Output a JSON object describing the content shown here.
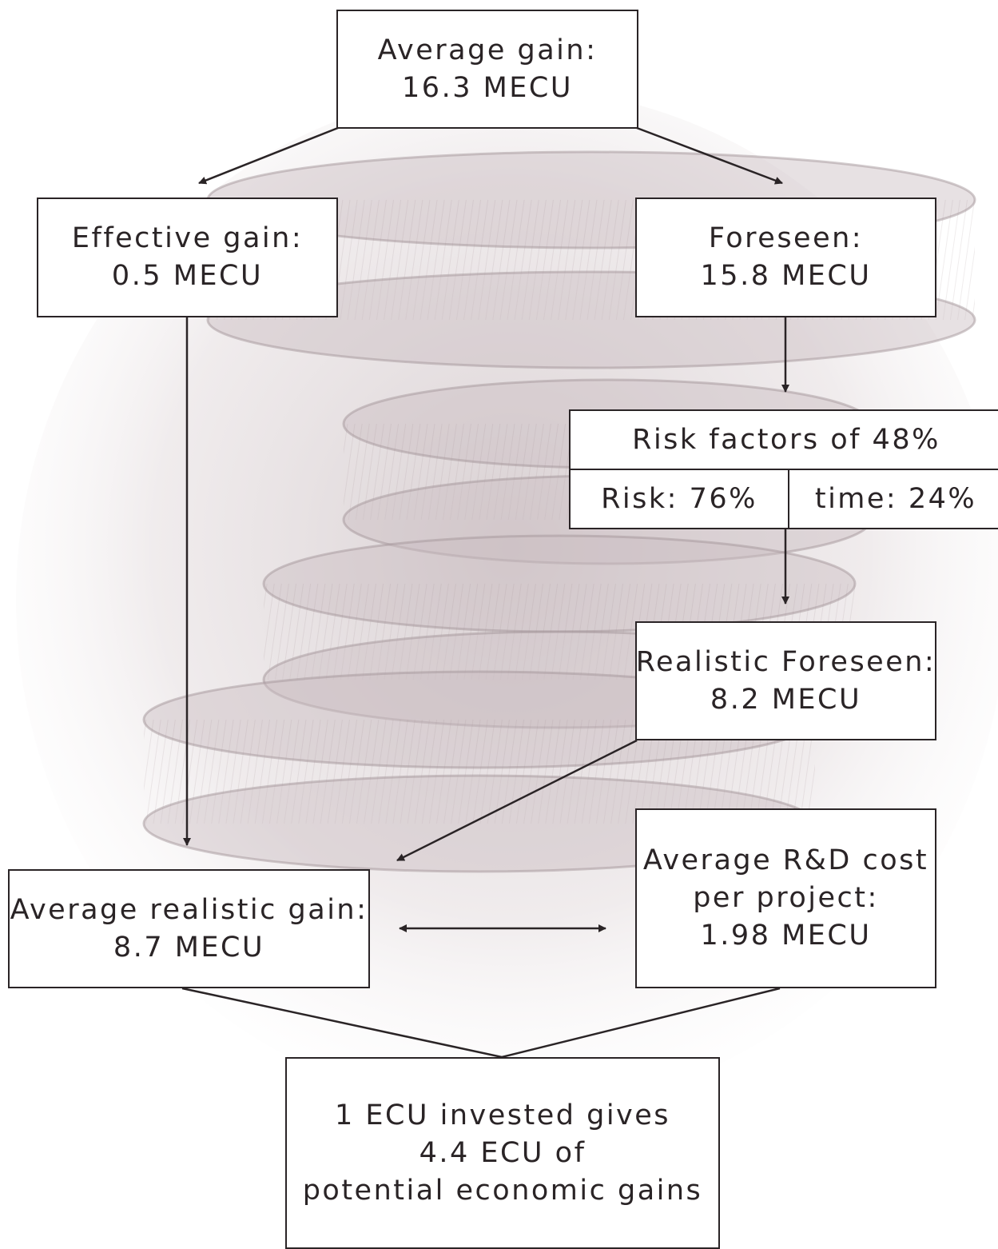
{
  "diagram": {
    "average_gain": {
      "label": "Average gain:",
      "value": "16.3 MECU"
    },
    "effective_gain": {
      "label": "Effective gain:",
      "value": "0.5 MECU"
    },
    "foreseen": {
      "label": "Foreseen:",
      "value": "15.8 MECU"
    },
    "risk_factors": {
      "title": "Risk factors of 48%",
      "risk": "Risk: 76%",
      "time": "time: 24%"
    },
    "realistic_foreseen": {
      "label": "Realistic Foreseen:",
      "value": "8.2 MECU"
    },
    "average_realistic_gain": {
      "label": "Average realistic gain:",
      "value": "8.7 MECU"
    },
    "rd_cost": {
      "line1": "Average R&D cost",
      "line2": "per project:",
      "value": "1.98 MECU"
    },
    "conclusion": {
      "line1": "1 ECU invested gives",
      "line2": "4.4 ECU of",
      "line3": "potential economic gains"
    }
  },
  "colors": {
    "ink": "#2a2426",
    "coin_tint": "#b9a9ad",
    "background": "#ffffff"
  }
}
